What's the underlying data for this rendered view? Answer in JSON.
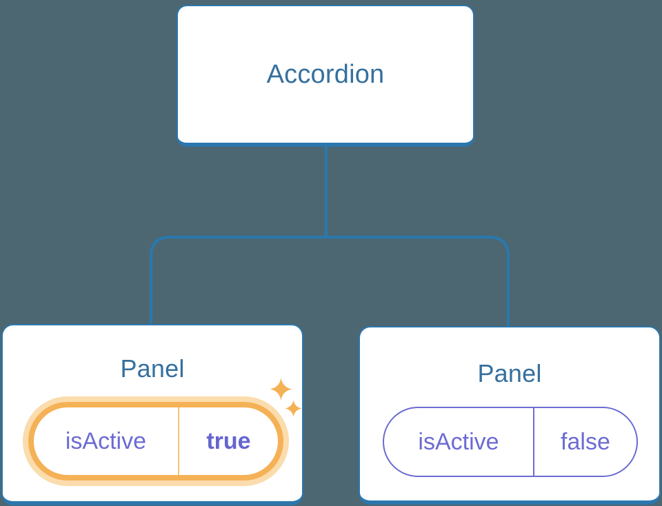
{
  "diagram": {
    "type": "component-tree",
    "root": {
      "label": "Accordion"
    },
    "panels": [
      {
        "title": "Panel",
        "prop_name": "isActive",
        "prop_value": "true",
        "state": "active",
        "decoration": "sparkles-icon"
      },
      {
        "title": "Panel",
        "prop_name": "isActive",
        "prop_value": "false",
        "state": "inactive",
        "decoration": "none"
      }
    ]
  },
  "colors": {
    "background": "#4c6772",
    "card_background": "#ffffff",
    "card_border_blue": "#2b77ae",
    "connector_blue": "#2979ae",
    "heading_text_blue": "#35709e",
    "state_text_purple": "#6b6bd3",
    "highlight_orange": "#f5b156",
    "highlight_orange_glow": "#fbdcad"
  }
}
